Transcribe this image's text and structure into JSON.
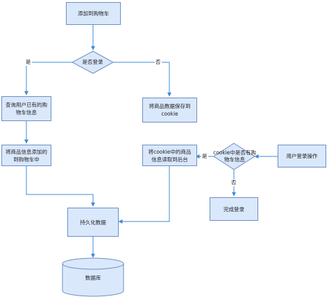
{
  "colors": {
    "fill": "#dae8fc",
    "stroke": "#6c8ebf",
    "edge": "#3d8bd4",
    "text": "#222222"
  },
  "nodes": {
    "add_to_cart": "添加到购物车",
    "is_logged_in": "是否登录",
    "query_user_cart": "查询用户已有的购物车信息",
    "add_product_to_cart": "将商品信息添加的到购物车中",
    "save_to_cookie": "将商品数据保存到cookie",
    "read_cookie_to_backend": "将cookie中的商品信息读取到后台",
    "cookie_has_cart": "cookie中是否有购物车信息",
    "user_login": "用户登录操作",
    "finish_login": "完成登录",
    "persist_data": "持久化数据",
    "database": "数据库"
  },
  "edge_labels": {
    "login_yes": "是",
    "login_no": "否",
    "cookie_yes": "是",
    "cookie_no": "否"
  }
}
